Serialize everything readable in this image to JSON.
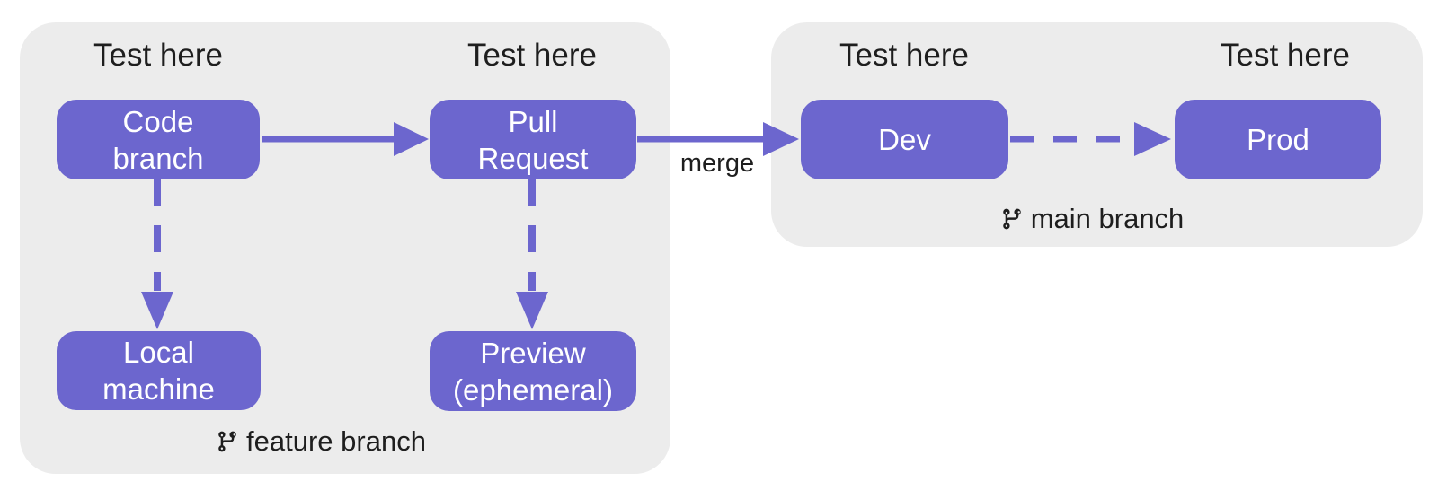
{
  "colors": {
    "node_fill": "#6C66CE",
    "arrow": "#6C66CE",
    "container_bg": "#ECECEC",
    "text_dark": "#1E1E1E",
    "node_text": "#FFFFFF",
    "page_bg": "#FFFFFF"
  },
  "labels": {
    "test_here": [
      "Test here",
      "Test here",
      "Test here",
      "Test here"
    ],
    "merge": "merge"
  },
  "nodes": {
    "code_branch": {
      "label": "Code\nbranch"
    },
    "pull_request": {
      "label": "Pull\nRequest"
    },
    "local_machine": {
      "label": "Local\nmachine"
    },
    "preview": {
      "label": "Preview\n(ephemeral)"
    },
    "dev": {
      "label": "Dev"
    },
    "prod": {
      "label": "Prod"
    }
  },
  "groups": {
    "feature": {
      "label": "feature branch",
      "icon": "git-branch-icon"
    },
    "main": {
      "label": "main branch",
      "icon": "git-branch-icon"
    }
  }
}
